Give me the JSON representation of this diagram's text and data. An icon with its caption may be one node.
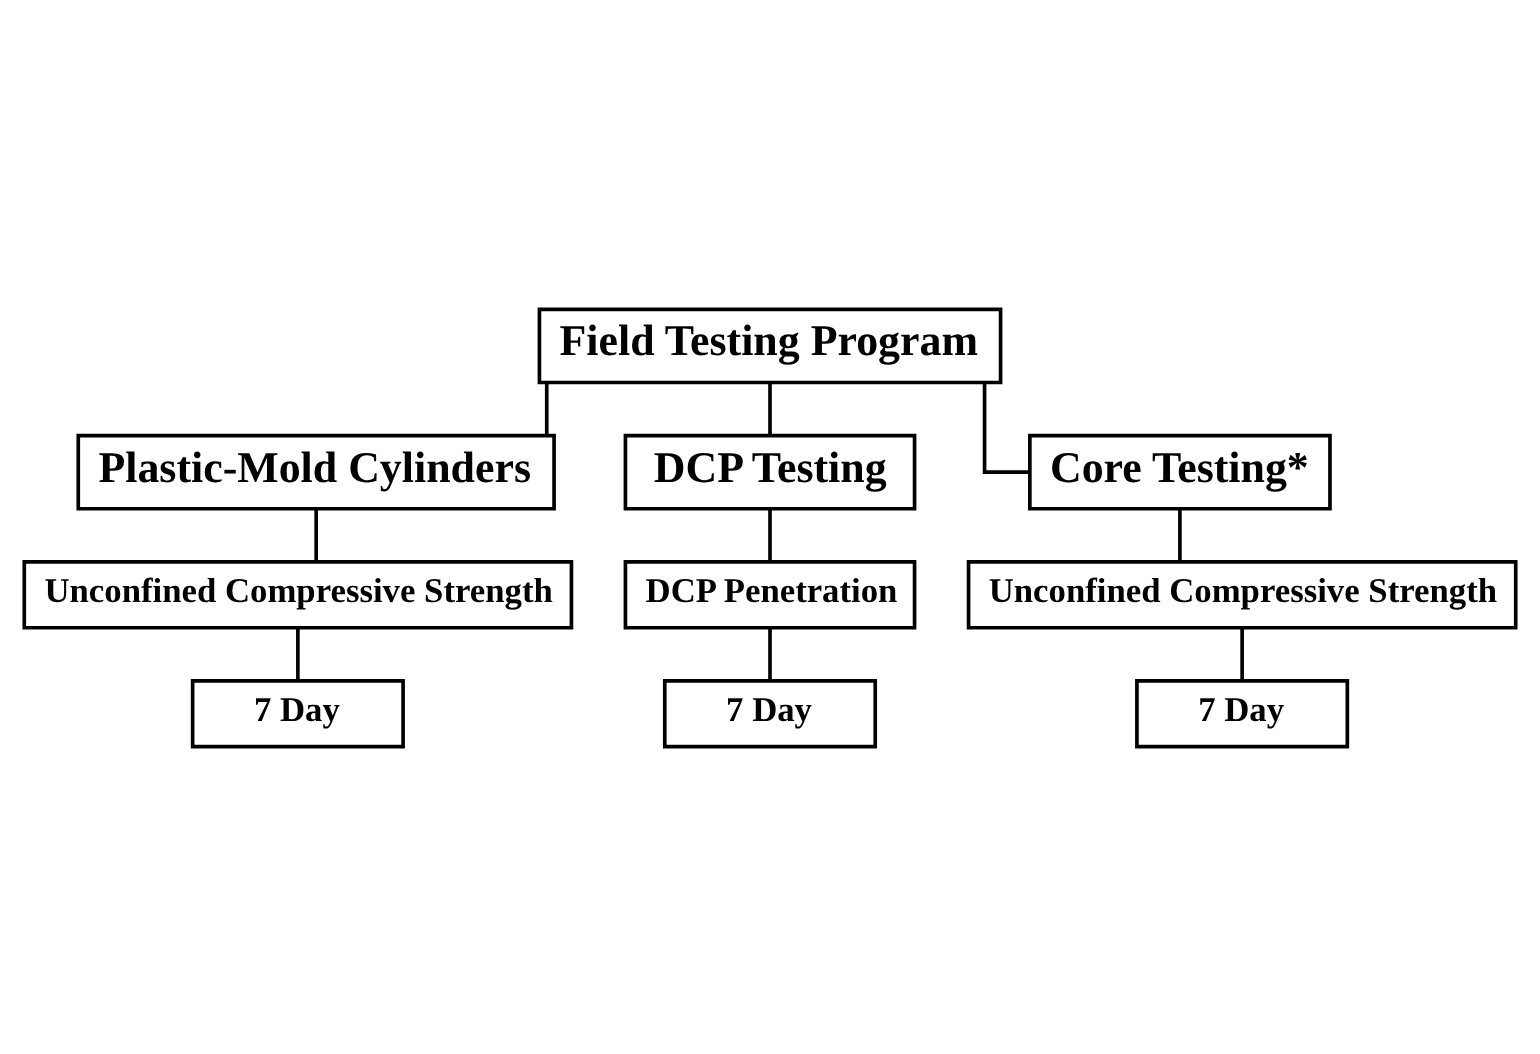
{
  "diagram": {
    "nodes": [
      {
        "text": [
          "Field Testing Program"
        ]
      },
      {
        "text": [
          "Plastic-Mold Cylinders"
        ]
      },
      {
        "text": [
          "DCP Testing"
        ]
      },
      {
        "text": [
          "Core Testing*"
        ]
      },
      {
        "text": [
          "Unconfined Compressive Strength"
        ]
      },
      {
        "text": [
          "DCP Penetration"
        ]
      },
      {
        "text": [
          "Unconfined Compressive Strength"
        ]
      },
      {
        "text": [
          "7 Day"
        ]
      },
      {
        "text": [
          "7 Day"
        ]
      },
      {
        "text": [
          "7 Day"
        ]
      }
    ],
    "edges": [
      {
        "from": 0,
        "to": 1,
        "arrow": "none"
      },
      {
        "from": 0,
        "to": 2,
        "arrow": "none"
      },
      {
        "from": 0,
        "to": 3,
        "arrow": "none"
      },
      {
        "from": 1,
        "to": 4,
        "arrow": "none"
      },
      {
        "from": 2,
        "to": 5,
        "arrow": "none"
      },
      {
        "from": 3,
        "to": 6,
        "arrow": "none"
      },
      {
        "from": 4,
        "to": 7,
        "arrow": "none"
      },
      {
        "from": 5,
        "to": 8,
        "arrow": "none"
      },
      {
        "from": 6,
        "to": 9,
        "arrow": "none"
      }
    ]
  }
}
